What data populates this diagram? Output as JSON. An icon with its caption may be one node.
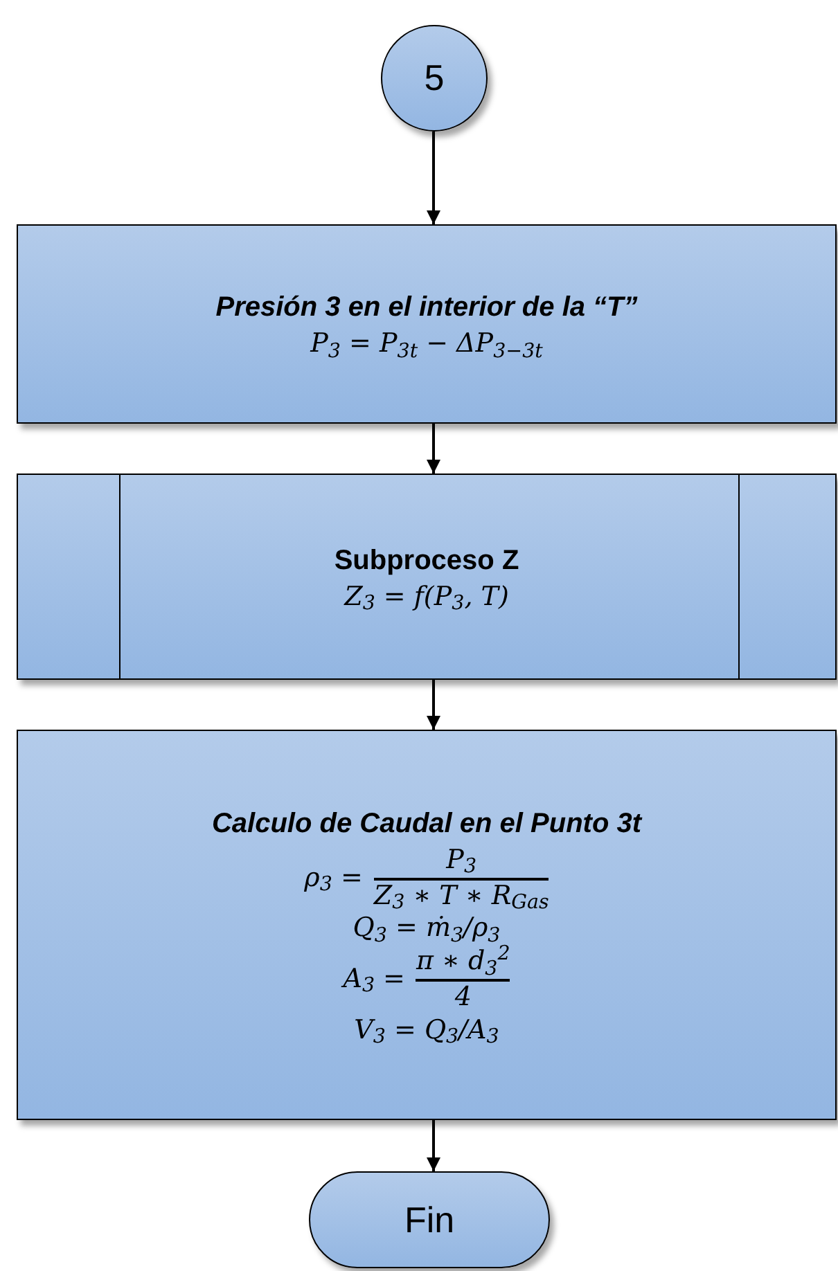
{
  "diagram": {
    "nodes": [
      {
        "text": [
          "5"
        ]
      },
      {
        "text": [
          "Presión 3 en el interior de la “T”",
          "P$_{3}$ = P$_{3t}$ − ΔP$_{3−3t}$"
        ]
      },
      {
        "text": [
          "Subproceso Z",
          "Z$_{3}$ = f(P$_{3}$, T)"
        ]
      },
      {
        "text": [
          "Calculo de Caudal en el Punto 3t",
          "ρ$_{3}$ =",
          "P$_{3}$",
          "Z$_{3}$ ∗ T ∗ R$_{Gas}$",
          "Q$_{3}$ = ṁ$_{3}$/ρ$_{3}$",
          "A$_{3}$ =",
          "π ∗ d$_{3}$$^{2}$",
          "4",
          "V$_{3}$ = Q$_{3}$/A$_{3}$"
        ]
      },
      {
        "text": [
          "Fin"
        ]
      }
    ],
    "edges": [
      {
        "from": 0,
        "to": 1,
        "arrow": "to"
      },
      {
        "from": 1,
        "to": 2,
        "arrow": "to"
      },
      {
        "from": 2,
        "to": 3,
        "arrow": "to"
      },
      {
        "from": 3,
        "to": 4,
        "arrow": "to"
      }
    ]
  }
}
